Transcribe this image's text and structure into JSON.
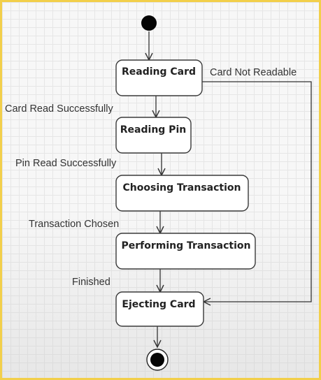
{
  "diagram": {
    "states": {
      "reading_card": "Reading Card",
      "reading_pin": "Reading Pin",
      "choosing_transaction": "Choosing Transaction",
      "performing_transaction": "Performing Transaction",
      "ejecting_card": "Ejecting Card"
    },
    "transitions": {
      "card_not_readable": "Card Not Readable",
      "card_read_successfully": "Card Read Successfully",
      "pin_read_successfully": "Pin Read Successfully",
      "transaction_chosen": "Transaction Chosen",
      "finished": "Finished"
    }
  }
}
